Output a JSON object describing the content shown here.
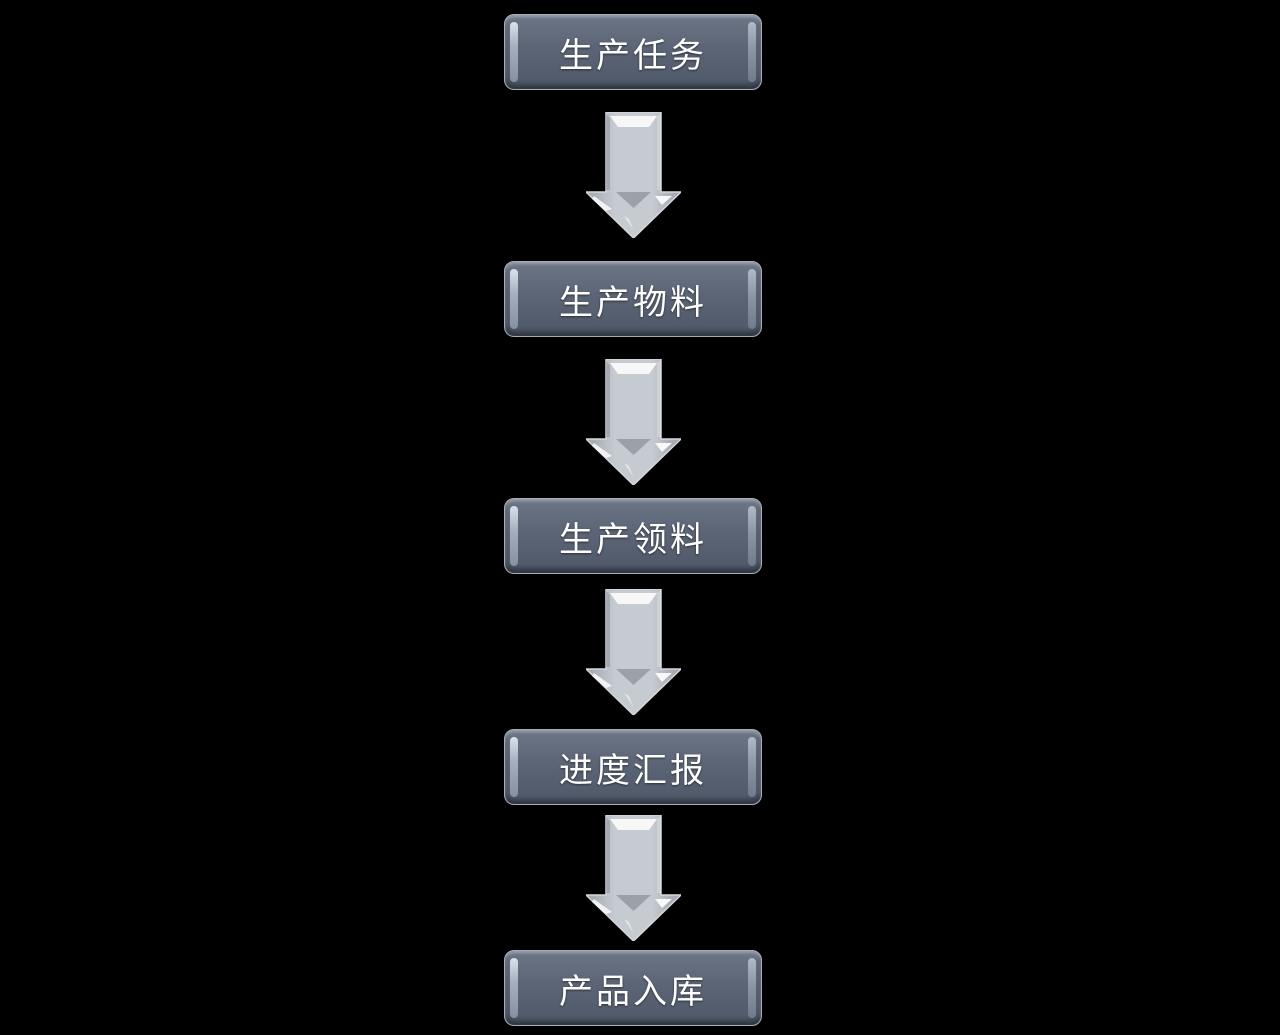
{
  "diagram": {
    "type": "flowchart",
    "direction": "top-down",
    "steps": [
      {
        "label": "生产任务"
      },
      {
        "label": "生产物料"
      },
      {
        "label": "生产领料"
      },
      {
        "label": "进度汇报"
      },
      {
        "label": "产品入库"
      }
    ],
    "connector": "down-arrow",
    "colors": {
      "background": "#000000",
      "node_fill": "#5b6575",
      "node_border": "#a6aeba",
      "node_highlight": "#e8eef7",
      "node_text": "#ffffff",
      "arrow_fill": "#bfc3cb",
      "arrow_edge": "#d4d7dc",
      "arrow_highlight": "#ffffff"
    }
  }
}
